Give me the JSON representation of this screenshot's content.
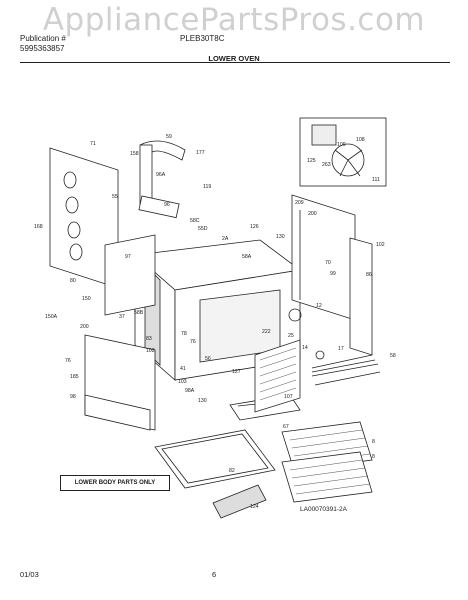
{
  "watermark": "AppliancePartsPros.com",
  "header": {
    "publication_prefix": "Publication #",
    "publication_number": "5995363857",
    "model": "PLEB30T8C",
    "section_title": "LOWER OVEN"
  },
  "callout_box": "LOWER BODY PARTS ONLY",
  "diagram_ref": "LA00070391-2A",
  "footer": {
    "date": "01/03",
    "page": "6"
  },
  "part_labels": {
    "p71": "71",
    "p59": "59",
    "p158": "158",
    "p177": "177",
    "p96a": "96A",
    "p119": "119",
    "p55": "55",
    "p96": "96",
    "p58c": "58C",
    "p55d": "55D",
    "p168": "168",
    "p80": "80",
    "p97": "97",
    "p150": "150",
    "p150a": "150A",
    "p37": "37",
    "p58b": "58B",
    "p200a": "200",
    "p126": "126",
    "p2a": "2A",
    "p130": "130",
    "p58a": "58A",
    "p76": "76",
    "p185": "185",
    "p98": "98",
    "p83": "83",
    "p102a": "102",
    "p78": "78",
    "p41": "41",
    "p103": "103",
    "p56": "56",
    "p127": "127",
    "p98a": "98A",
    "p130b": "130",
    "p209": "209",
    "p102b": "102",
    "p70": "70",
    "p99": "99",
    "p86": "86",
    "p12": "12",
    "p25": "25",
    "p14": "14",
    "p17": "17",
    "p222": "222",
    "p107": "107",
    "p67": "67",
    "p82": "82",
    "p124": "124",
    "p8a": "8",
    "p8b": "8",
    "p58": "58",
    "p125": "125",
    "p109": "109",
    "p263": "263",
    "p111": "111",
    "p108": "108",
    "p76b": "76",
    "p200b": "200"
  }
}
